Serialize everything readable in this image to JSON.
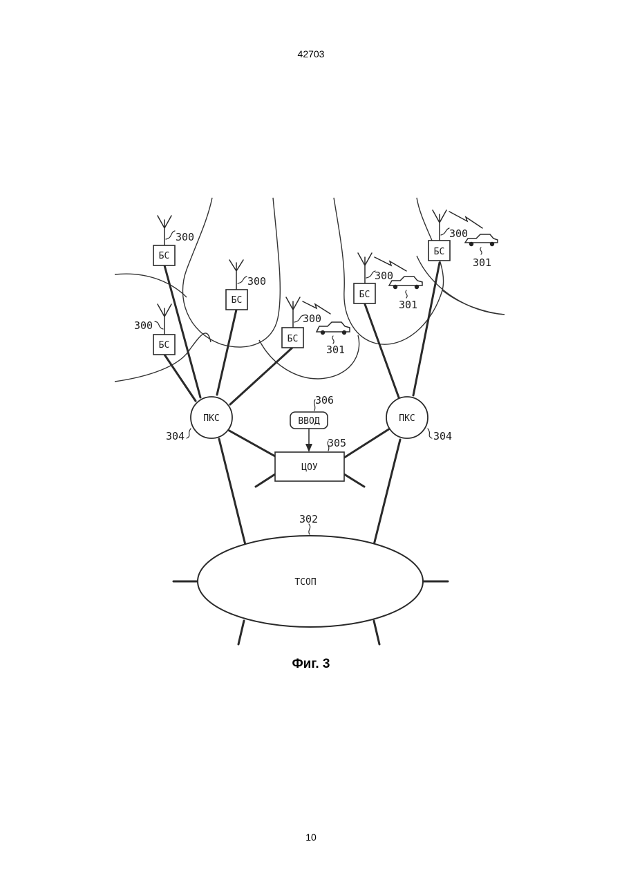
{
  "page": {
    "header": "42703",
    "footer": "10"
  },
  "figure": {
    "caption": "Фиг. 3",
    "base_station_label": "БС",
    "base_station_ref": "300",
    "mobile_ref": "301",
    "switch_label": "ПКС",
    "switch_ref": "304",
    "control_label": "ЦОУ",
    "control_ref": "305",
    "input_label": "ВВОД",
    "input_ref": "306",
    "network_label": "ТСОП",
    "network_ref": "302"
  }
}
